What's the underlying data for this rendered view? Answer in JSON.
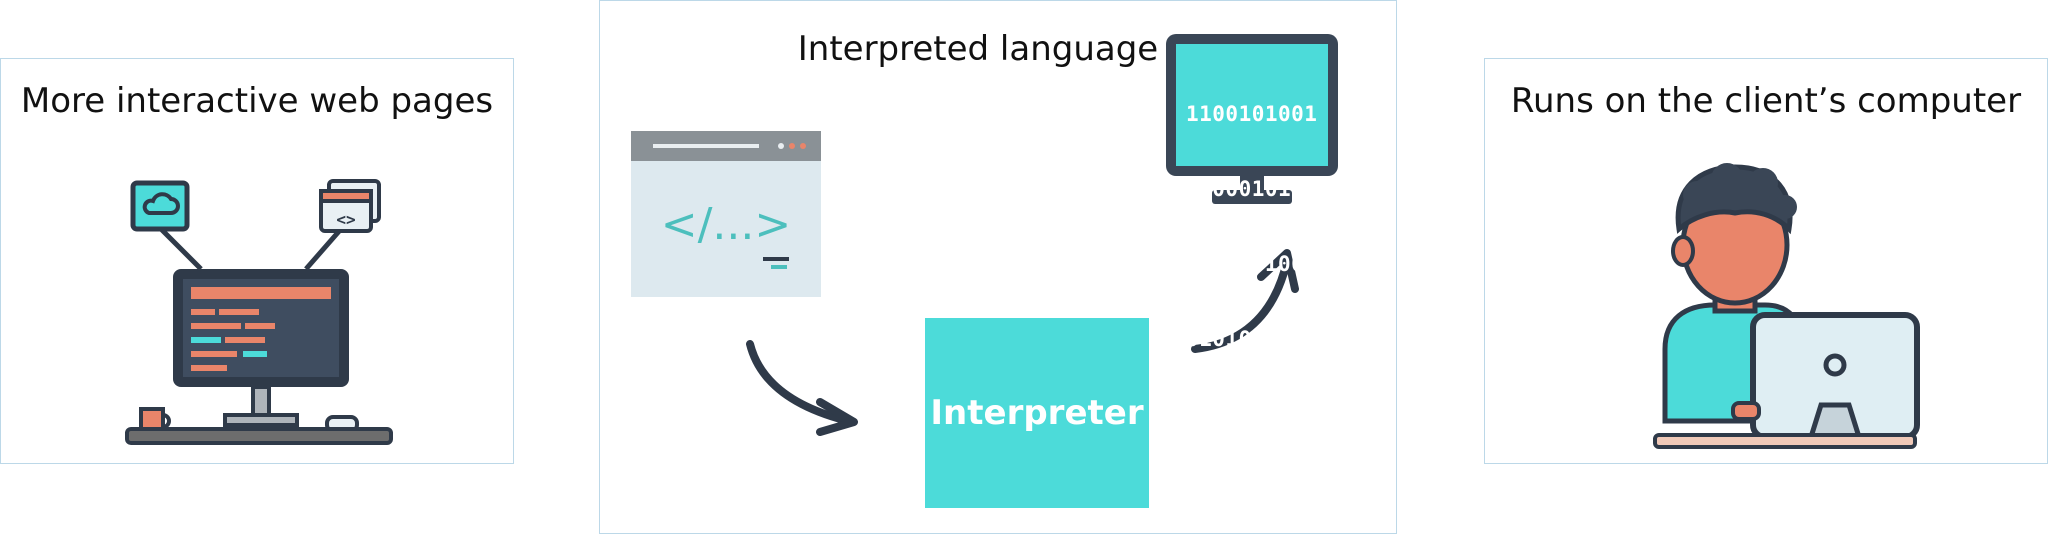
{
  "panels": {
    "left": {
      "caption": "More interactive web pages",
      "icon": "web-computer-icon",
      "colors": {
        "screen": "#2f3a49",
        "accent": "#e9856a",
        "teal": "#4cdbd9",
        "desk": "#6d6d6d"
      }
    },
    "center": {
      "caption": "Interpreted language",
      "source_icon": "code-window-icon",
      "code_glyph": "</...>",
      "process_box": {
        "label": "Interpreter",
        "color": "#4cdbd9"
      },
      "target_icon": "binary-monitor-icon",
      "binary_lines": [
        "1100101001",
        "0000010111",
        "1101001001",
        "0101010100"
      ],
      "arrow_color": "#2f3a49"
    },
    "right": {
      "caption": "Runs on the client’s computer",
      "icon": "person-at-computer-icon",
      "colors": {
        "skin": "#e9856a",
        "shirt": "#4cdbd9",
        "hair": "#3a4656",
        "monitor": "#dfeef3"
      }
    }
  }
}
